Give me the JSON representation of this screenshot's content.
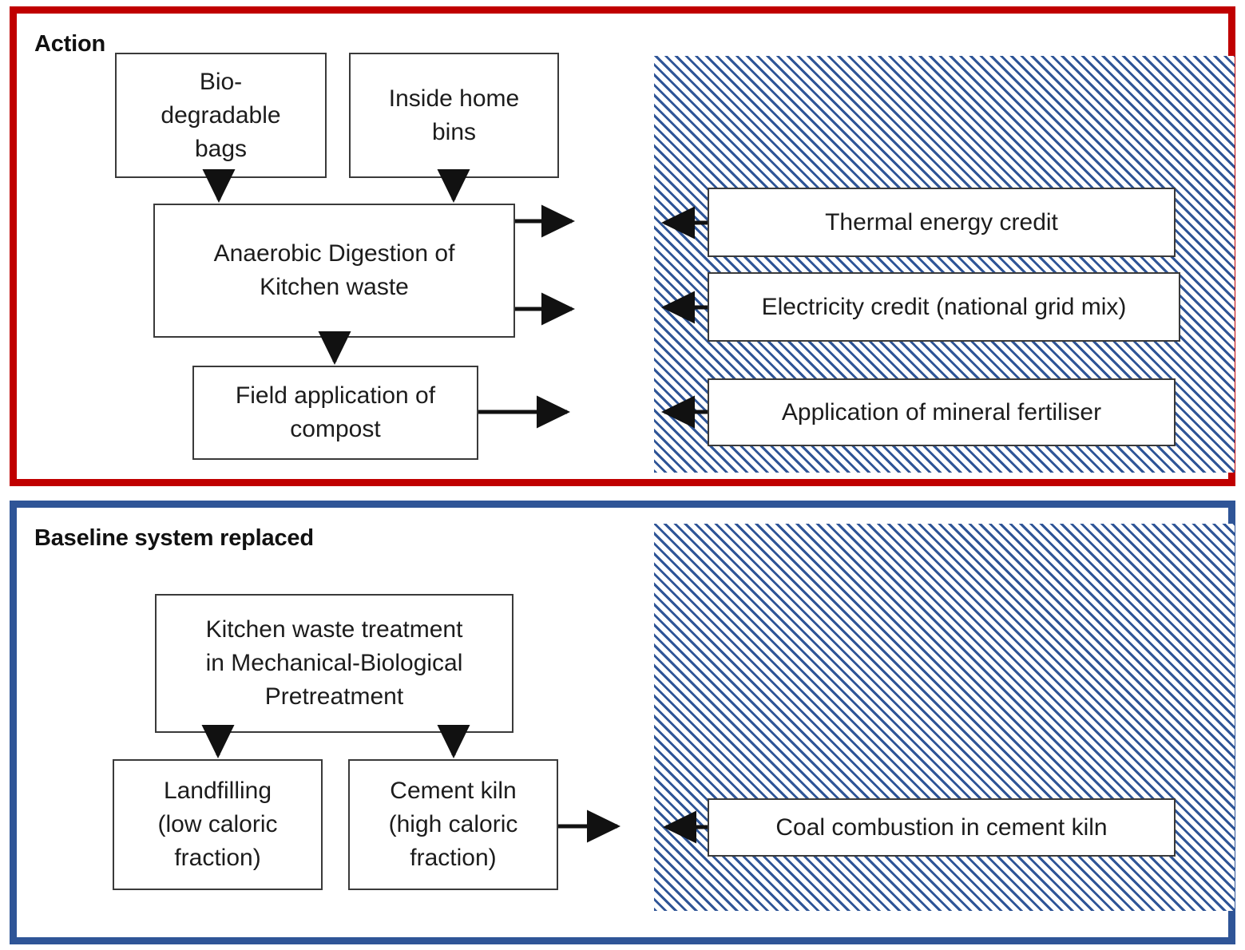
{
  "diagram": {
    "title_action": "Action",
    "title_baseline": "Baseline system replaced",
    "colors": {
      "action_border": "#C00000",
      "baseline_border": "#2F5597",
      "hatch_line": "#2F5597",
      "box_border": "#3A3A3A",
      "text": "#1C1C1C"
    }
  },
  "action": {
    "label": "Action",
    "boxes": {
      "bio_bags": "Bio-degradable bags",
      "bio_bags_l1": "Bio-",
      "bio_bags_l2": "degradable",
      "bio_bags_l3": "bags",
      "inside_bins": "Inside home bins",
      "inside_bins_l1": "Inside home",
      "inside_bins_l2": "bins",
      "anaerobic": "Anaerobic Digestion of Kitchen waste",
      "anaerobic_l1": "Anaerobic Digestion of",
      "anaerobic_l2": "Kitchen waste",
      "compost": "Field application of compost",
      "compost_l1": "Field application of",
      "compost_l2": "compost"
    },
    "credits": {
      "thermal": "Thermal energy credit",
      "electricity": "Electricity credit (national grid mix)",
      "fertiliser": "Application of mineral fertiliser"
    }
  },
  "baseline": {
    "label": "Baseline system replaced",
    "boxes": {
      "mbt": "Kitchen waste treatment in Mechanical-Biological Pretreatment",
      "mbt_l1": "Kitchen waste treatment",
      "mbt_l2": "in Mechanical-Biological",
      "mbt_l3": "Pretreatment",
      "landfill": "Landfilling (low caloric fraction)",
      "landfill_l1": "Landfilling",
      "landfill_l2": "(low caloric",
      "landfill_l3": "fraction)",
      "kiln": "Cement kiln (high caloric fraction)",
      "kiln_l1": "Cement kiln",
      "kiln_l2": "(high caloric",
      "kiln_l3": "fraction)"
    },
    "credits": {
      "coal": "Coal combustion in cement kiln"
    }
  },
  "flows": [
    {
      "name": "bio-bags-to-anaerobic",
      "direction": "down"
    },
    {
      "name": "inside-bins-to-anaerobic",
      "direction": "down"
    },
    {
      "name": "anaerobic-thermal-output",
      "direction": "right"
    },
    {
      "name": "anaerobic-electricity-output",
      "direction": "right"
    },
    {
      "name": "anaerobic-to-compost",
      "direction": "down"
    },
    {
      "name": "compost-output",
      "direction": "right"
    },
    {
      "name": "thermal-credit-arrow",
      "direction": "left"
    },
    {
      "name": "electricity-credit-arrow",
      "direction": "left"
    },
    {
      "name": "fertiliser-credit-arrow",
      "direction": "left"
    },
    {
      "name": "mbt-to-landfill",
      "direction": "down"
    },
    {
      "name": "mbt-to-kiln",
      "direction": "down"
    },
    {
      "name": "kiln-output",
      "direction": "right"
    },
    {
      "name": "coal-credit-arrow",
      "direction": "left"
    }
  ]
}
